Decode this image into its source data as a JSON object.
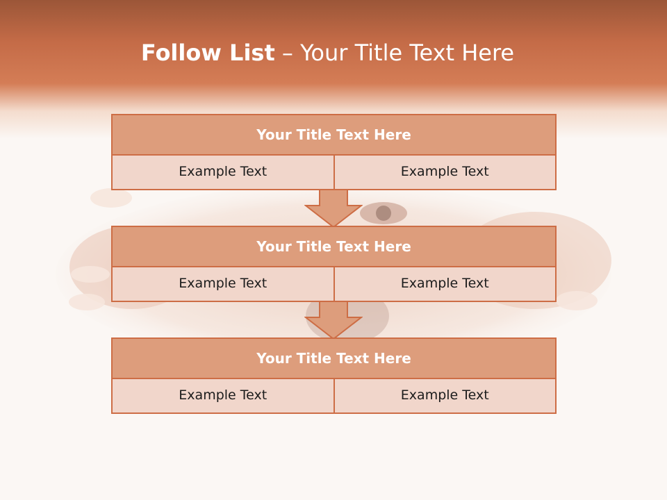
{
  "slide": {
    "title_bold": "Follow List",
    "title_rest": " – Your Title Text Here",
    "accent_color": "#cd6d45",
    "header_color": "#dd9d7c",
    "cell_color": "#f1d6cb"
  },
  "blocks": [
    {
      "title": "Your Title Text Here",
      "left": "Example Text",
      "right": "Example Text"
    },
    {
      "title": "Your Title Text Here",
      "left": "Example Text",
      "right": "Example Text"
    },
    {
      "title": "Your Title Text Here",
      "left": "Example Text",
      "right": "Example Text"
    }
  ],
  "icons": {
    "connector": "down-arrow-icon",
    "background": "faded-hands-and-eye-photo"
  }
}
